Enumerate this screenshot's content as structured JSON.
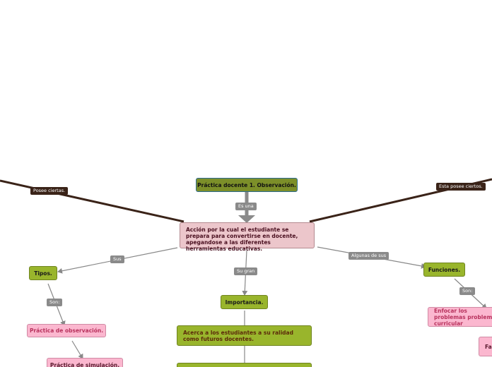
{
  "nodes": {
    "title": "Práctica docente 1. Observación.",
    "main": "Acción por la cual el estudiante se prepara para convertirse en docente, apegandose a las diferentes herramientas educativas.",
    "tipos": "Tipos.",
    "importancia": "Importancia.",
    "funciones": "Funciones.",
    "practica_observacion": "Práctica de observación.",
    "practica_simulacion": "Práctica de simulación.",
    "acerca": "Acerca a los estudiantes a su ralidad como futuros docentes.",
    "enfocar": "Enfocar los problemas problemas curricular",
    "fam": "Fam pla"
  },
  "labels": {
    "es_una": "Es una",
    "sus": "Sus",
    "su_gran": "Su gran",
    "algunas_de_sus": "Algunas de sus",
    "son_left": "Son:",
    "son_right": "Son:",
    "posee_ciertas": "Posee ciertas.",
    "esta_posee_ciertos": "Esta posee ciertos."
  },
  "colors": {
    "connector_gray": "#888888",
    "connector_dark": "#3a2318",
    "green": "#99b52c",
    "pink": "#fbb7cf",
    "main_pink": "#ecc6cb"
  }
}
